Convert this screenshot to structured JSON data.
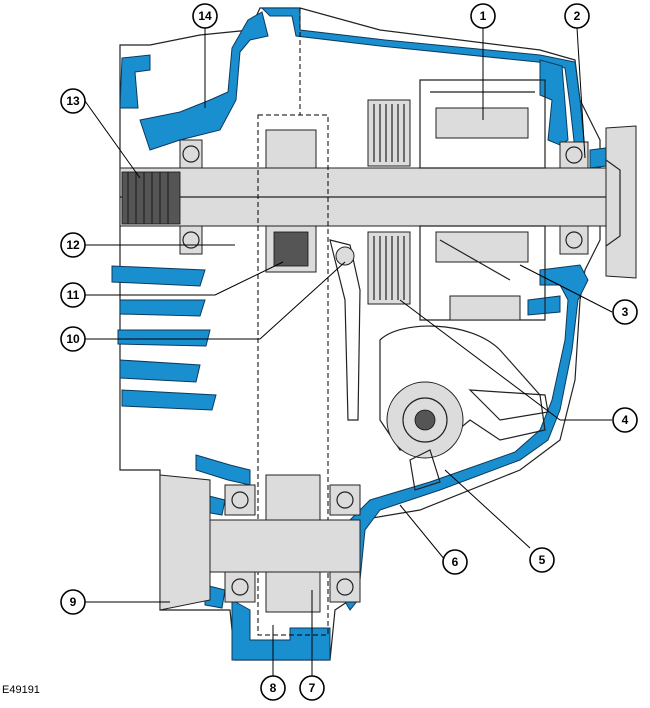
{
  "figure": {
    "reference_code": "E49191"
  },
  "callouts": [
    "1",
    "2",
    "3",
    "4",
    "5",
    "6",
    "7",
    "8",
    "9",
    "10",
    "11",
    "12",
    "13",
    "14"
  ],
  "colors": {
    "casing_blue": "#1a8fd0",
    "line": "#222222",
    "fill_grey": "#dcdcdc"
  }
}
